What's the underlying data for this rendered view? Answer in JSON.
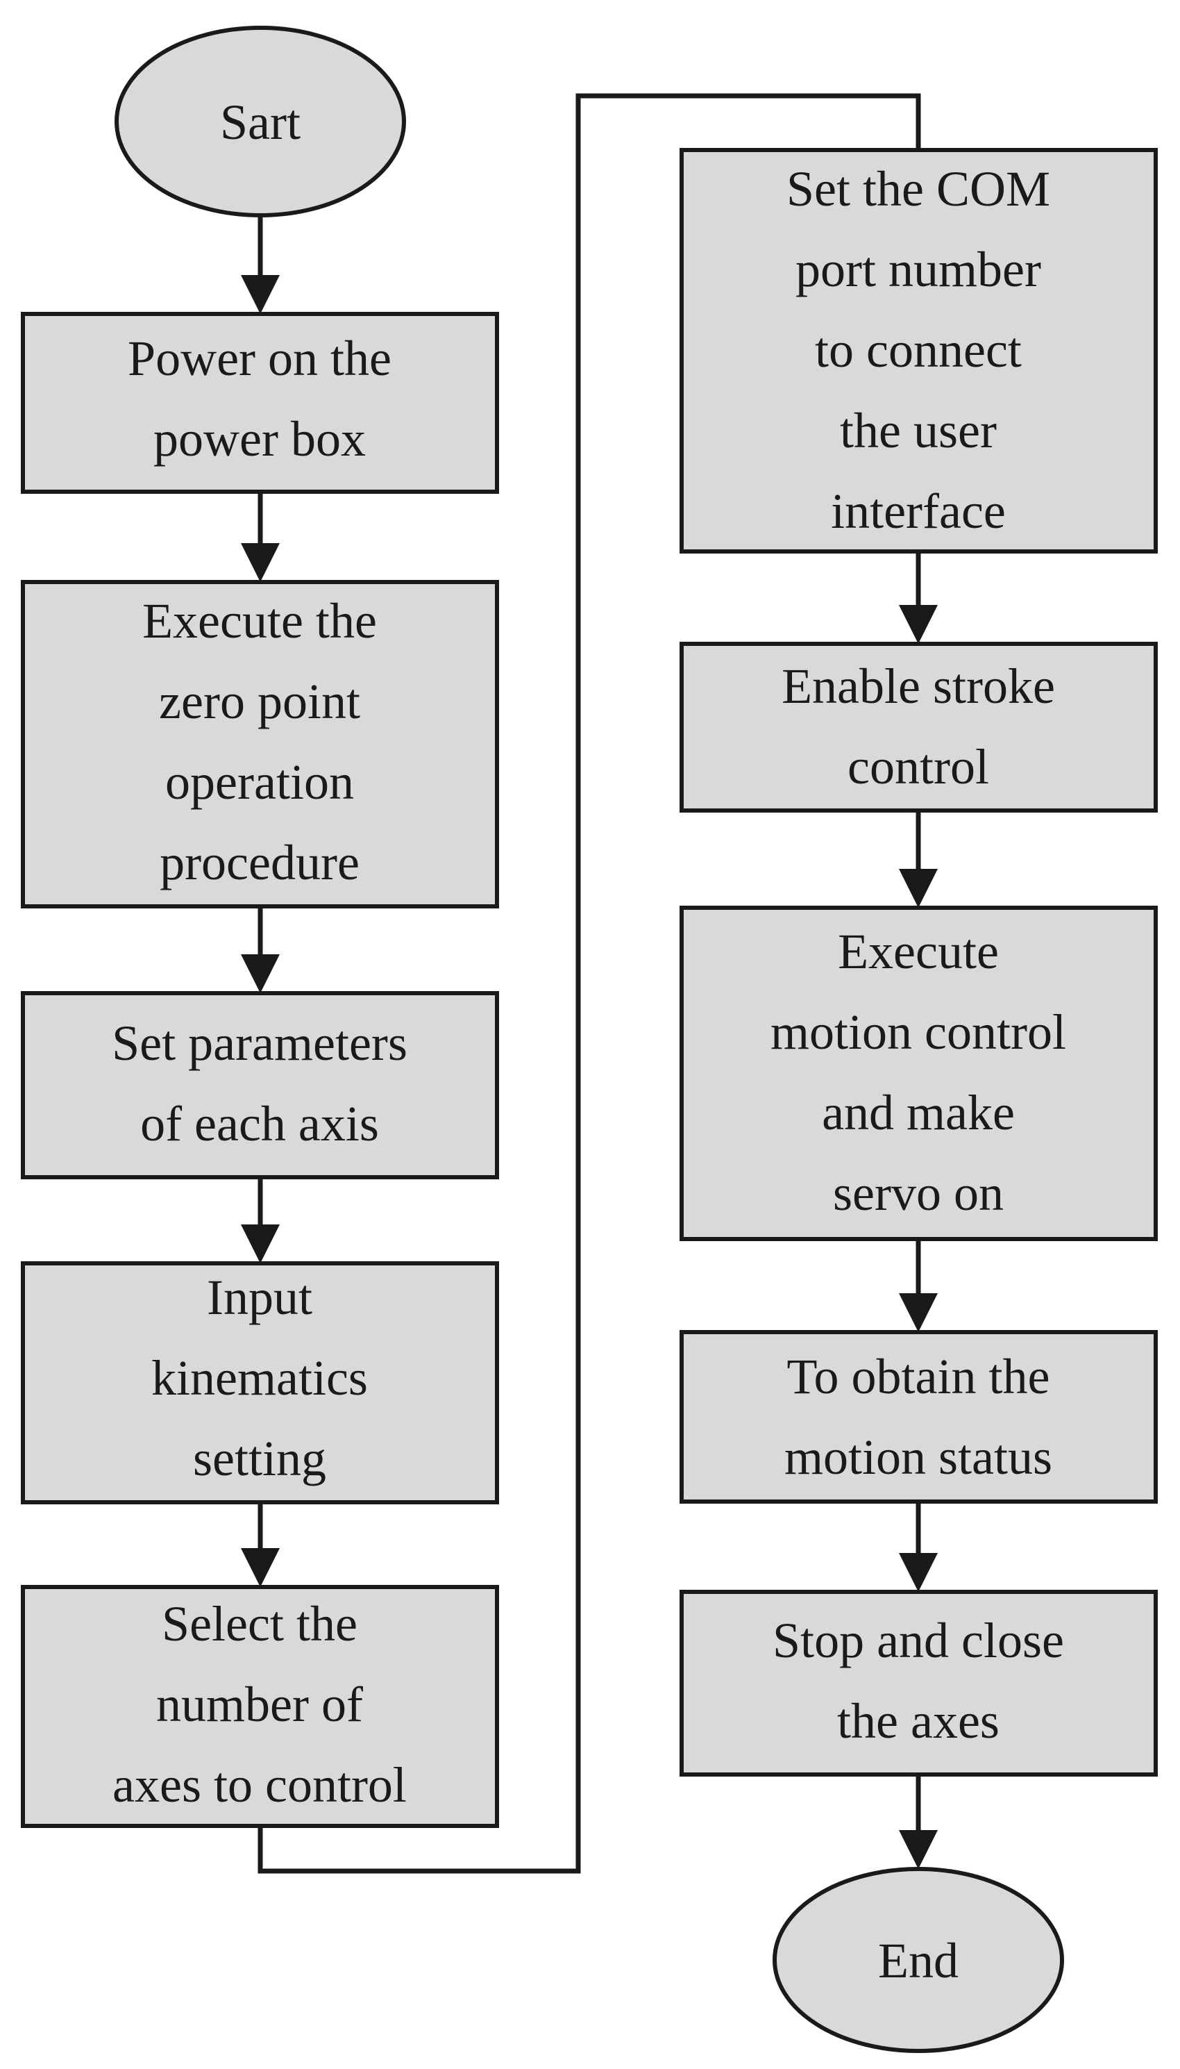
{
  "flowchart": {
    "start_label": "Sart",
    "end_label": "End",
    "left_column": [
      {
        "lines": [
          "Power on the",
          "power box"
        ]
      },
      {
        "lines": [
          "Execute the",
          "zero point",
          "operation",
          "procedure"
        ]
      },
      {
        "lines": [
          "Set parameters",
          "of each axis"
        ]
      },
      {
        "lines": [
          "Input",
          "kinematics",
          "setting"
        ]
      },
      {
        "lines": [
          "Select the",
          "number of",
          "axes to control"
        ]
      }
    ],
    "right_column": [
      {
        "lines": [
          "Set the COM",
          "port number",
          "to connect",
          "the user",
          "interface"
        ]
      },
      {
        "lines": [
          "Enable stroke",
          "control"
        ]
      },
      {
        "lines": [
          "Execute",
          "motion control",
          "and make",
          "servo on"
        ]
      },
      {
        "lines": [
          "To obtain the",
          "motion status"
        ]
      },
      {
        "lines": [
          "Stop and close",
          "the axes"
        ]
      }
    ]
  }
}
